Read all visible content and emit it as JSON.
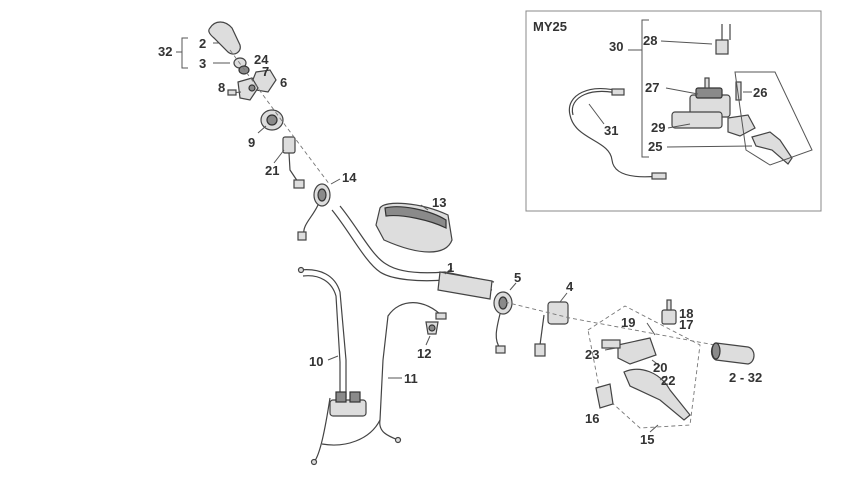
{
  "inset": {
    "title": "MY25"
  },
  "callouts": {
    "c1": "1",
    "c2": "2",
    "c3": "3",
    "c4": "4",
    "c5": "5",
    "c6": "6",
    "c7": "7",
    "c8": "8",
    "c9": "9",
    "c10": "10",
    "c11": "11",
    "c12": "12",
    "c13": "13",
    "c14": "14",
    "c15": "15",
    "c16": "16",
    "c17": "17",
    "c18": "18",
    "c19": "19",
    "c20": "20",
    "c21": "21",
    "c22": "22",
    "c23": "23",
    "c24": "24",
    "c25": "25",
    "c26": "26",
    "c27": "27",
    "c28": "28",
    "c29": "29",
    "c30": "30",
    "c31": "31",
    "c32": "32",
    "c2_32": "2 - 32"
  },
  "colors": {
    "line": "#555555",
    "text": "#333333",
    "part_fill": "#dddddd",
    "dark_fill": "#8a8a8a",
    "frame": "#888888"
  }
}
